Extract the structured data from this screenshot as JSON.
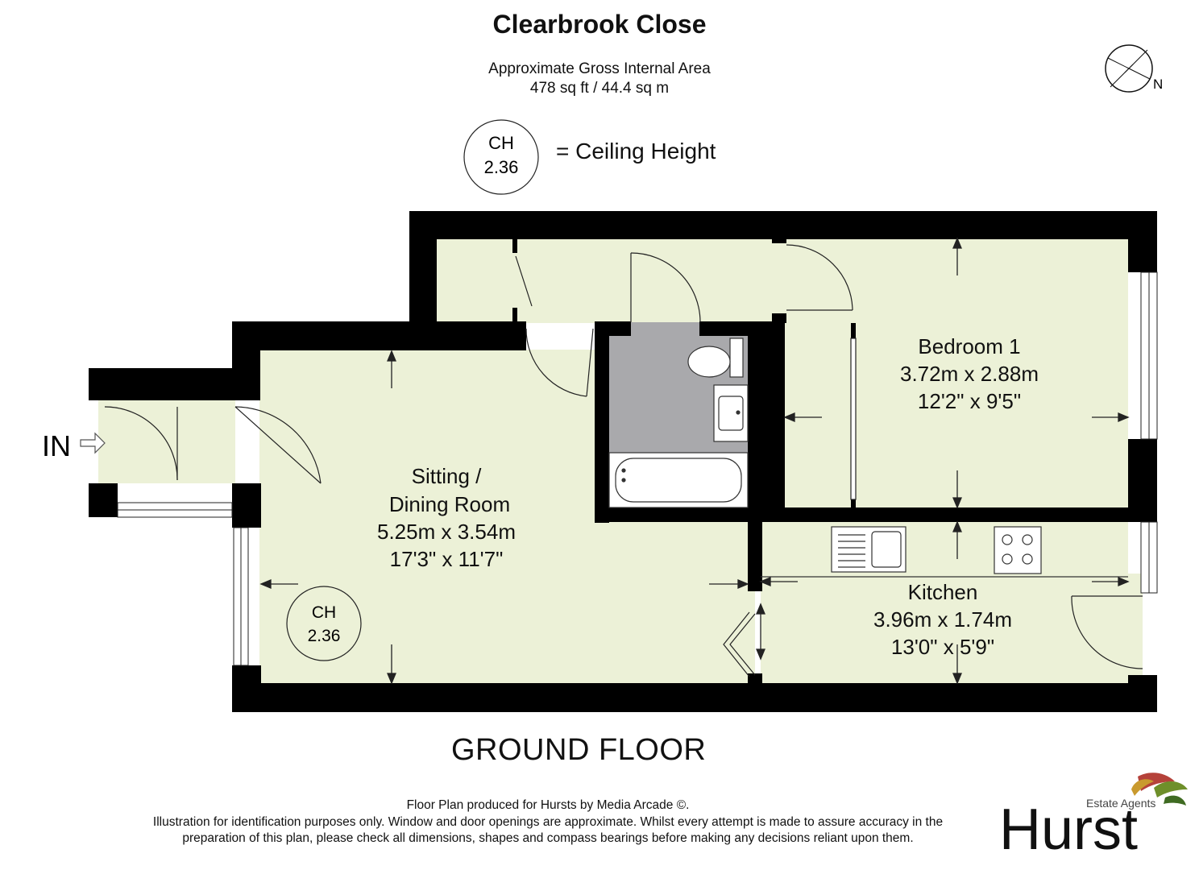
{
  "title": "Clearbrook Close",
  "area": {
    "label": "Approximate Gross Internal Area",
    "value": "478 sq ft / 44.4 sq m"
  },
  "legend": {
    "ch_label": "CH",
    "ch_value": "2.36",
    "text": "= Ceiling Height"
  },
  "compass": {
    "north_label": "N"
  },
  "entrance_label": "IN",
  "rooms": {
    "sitting": {
      "name_line1": "Sitting /",
      "name_line2": "Dining Room",
      "metric": "5.25m x 3.54m",
      "imperial": "17'3\" x 11'7\""
    },
    "bedroom": {
      "name": "Bedroom 1",
      "metric": "3.72m x 2.88m",
      "imperial": "12'2\" x 9'5\""
    },
    "kitchen": {
      "name": "Kitchen",
      "metric": "3.96m x 1.74m",
      "imperial": "13'0\" x 5'9\""
    }
  },
  "sitting_ch": {
    "label": "CH",
    "value": "2.36"
  },
  "floor_label": "GROUND FLOOR",
  "footer": {
    "line1": "Floor Plan produced for Hursts by Media Arcade ©.",
    "line2": "Illustration for identification purposes only. Window and door openings are approximate. Whilst every attempt is made to assure accuracy in the",
    "line3": "preparation of this plan, please check all dimensions, shapes and compass bearings before making any decisions reliant upon them."
  },
  "logo": {
    "tagline": "Estate Agents",
    "name": "Hurst"
  },
  "colors": {
    "floor": "#ecf1d7",
    "wall": "#000000",
    "bathroom": "#a9a9ac"
  }
}
